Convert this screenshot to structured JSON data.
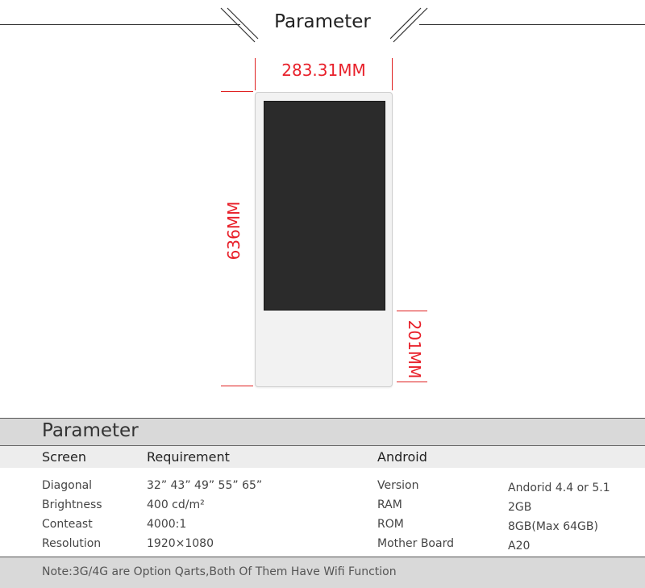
{
  "header": {
    "title": "Parameter"
  },
  "dimensions": {
    "width": "283.31MM",
    "height": "636MM",
    "bottom_height": "201MM"
  },
  "table": {
    "title": "Parameter",
    "columns": [
      "Screen",
      "Requirement",
      "Android"
    ],
    "screen_rows": [
      {
        "label": "Diagonal",
        "value": "32” 43” 49” 55” 65”"
      },
      {
        "label": "Brightness",
        "value": "400 cd/m²"
      },
      {
        "label": "Conteast",
        "value": "4000:1"
      },
      {
        "label": "Resolution",
        "value": "1920×1080"
      }
    ],
    "android_rows": [
      {
        "label": "Version",
        "value": "Andorid 4.4 or 5.1"
      },
      {
        "label": "RAM",
        "value": "2GB"
      },
      {
        "label": "ROM",
        "value": "8GB(Max 64GB)"
      },
      {
        "label": "Mother Board",
        "value": "A20"
      }
    ],
    "note": "Note:3G/4G are Option Qarts,Both Of Them Have Wifi Function"
  }
}
